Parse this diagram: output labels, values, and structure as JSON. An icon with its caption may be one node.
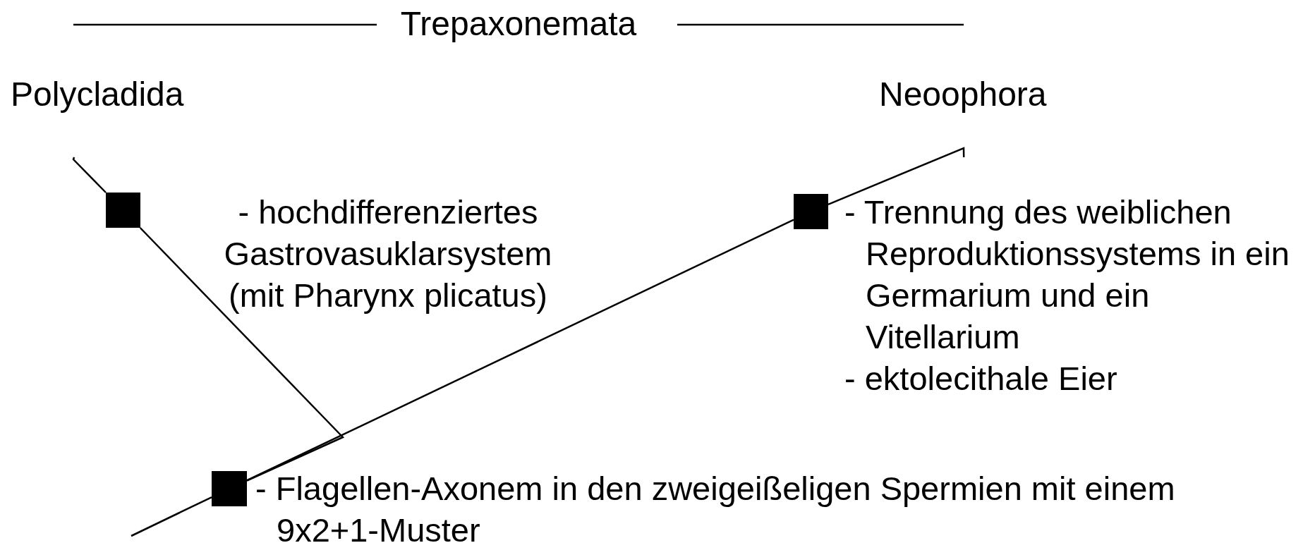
{
  "diagram": {
    "nodes": [
      {
        "text": [
          "Polycladida"
        ]
      },
      {
        "text": [
          "Neoophora"
        ]
      },
      {
        "text": [],
        "shape": "box",
        "beside": [
          "- hochdifferenziertes Gastrovasuklarsystem (mit Pharynx plicatus)"
        ]
      },
      {
        "text": [],
        "shape": "box",
        "beside": [
          "- Trennung des weiblichen Reproduktionssystems in ein Germarium und ein Vitellarium",
          "- ektolecithale Eier"
        ]
      },
      {
        "text": [],
        "shape": "box",
        "beside": [
          "- Flagellen-Axonem in den zweigeißeligen Spermien mit einem 9x2+1-Muster"
        ]
      }
    ],
    "edges": [
      {
        "from": null,
        "to": 4,
        "arrow": "none"
      },
      {
        "from": 4,
        "to": 3,
        "arrow": "none"
      },
      {
        "from": 3,
        "to": 1,
        "arrow": "none"
      },
      {
        "from": 4,
        "to": 2,
        "arrow": "none"
      },
      {
        "from": 2,
        "to": 0,
        "arrow": "none"
      }
    ],
    "labels": [
      "Trepaxonemata"
    ]
  }
}
